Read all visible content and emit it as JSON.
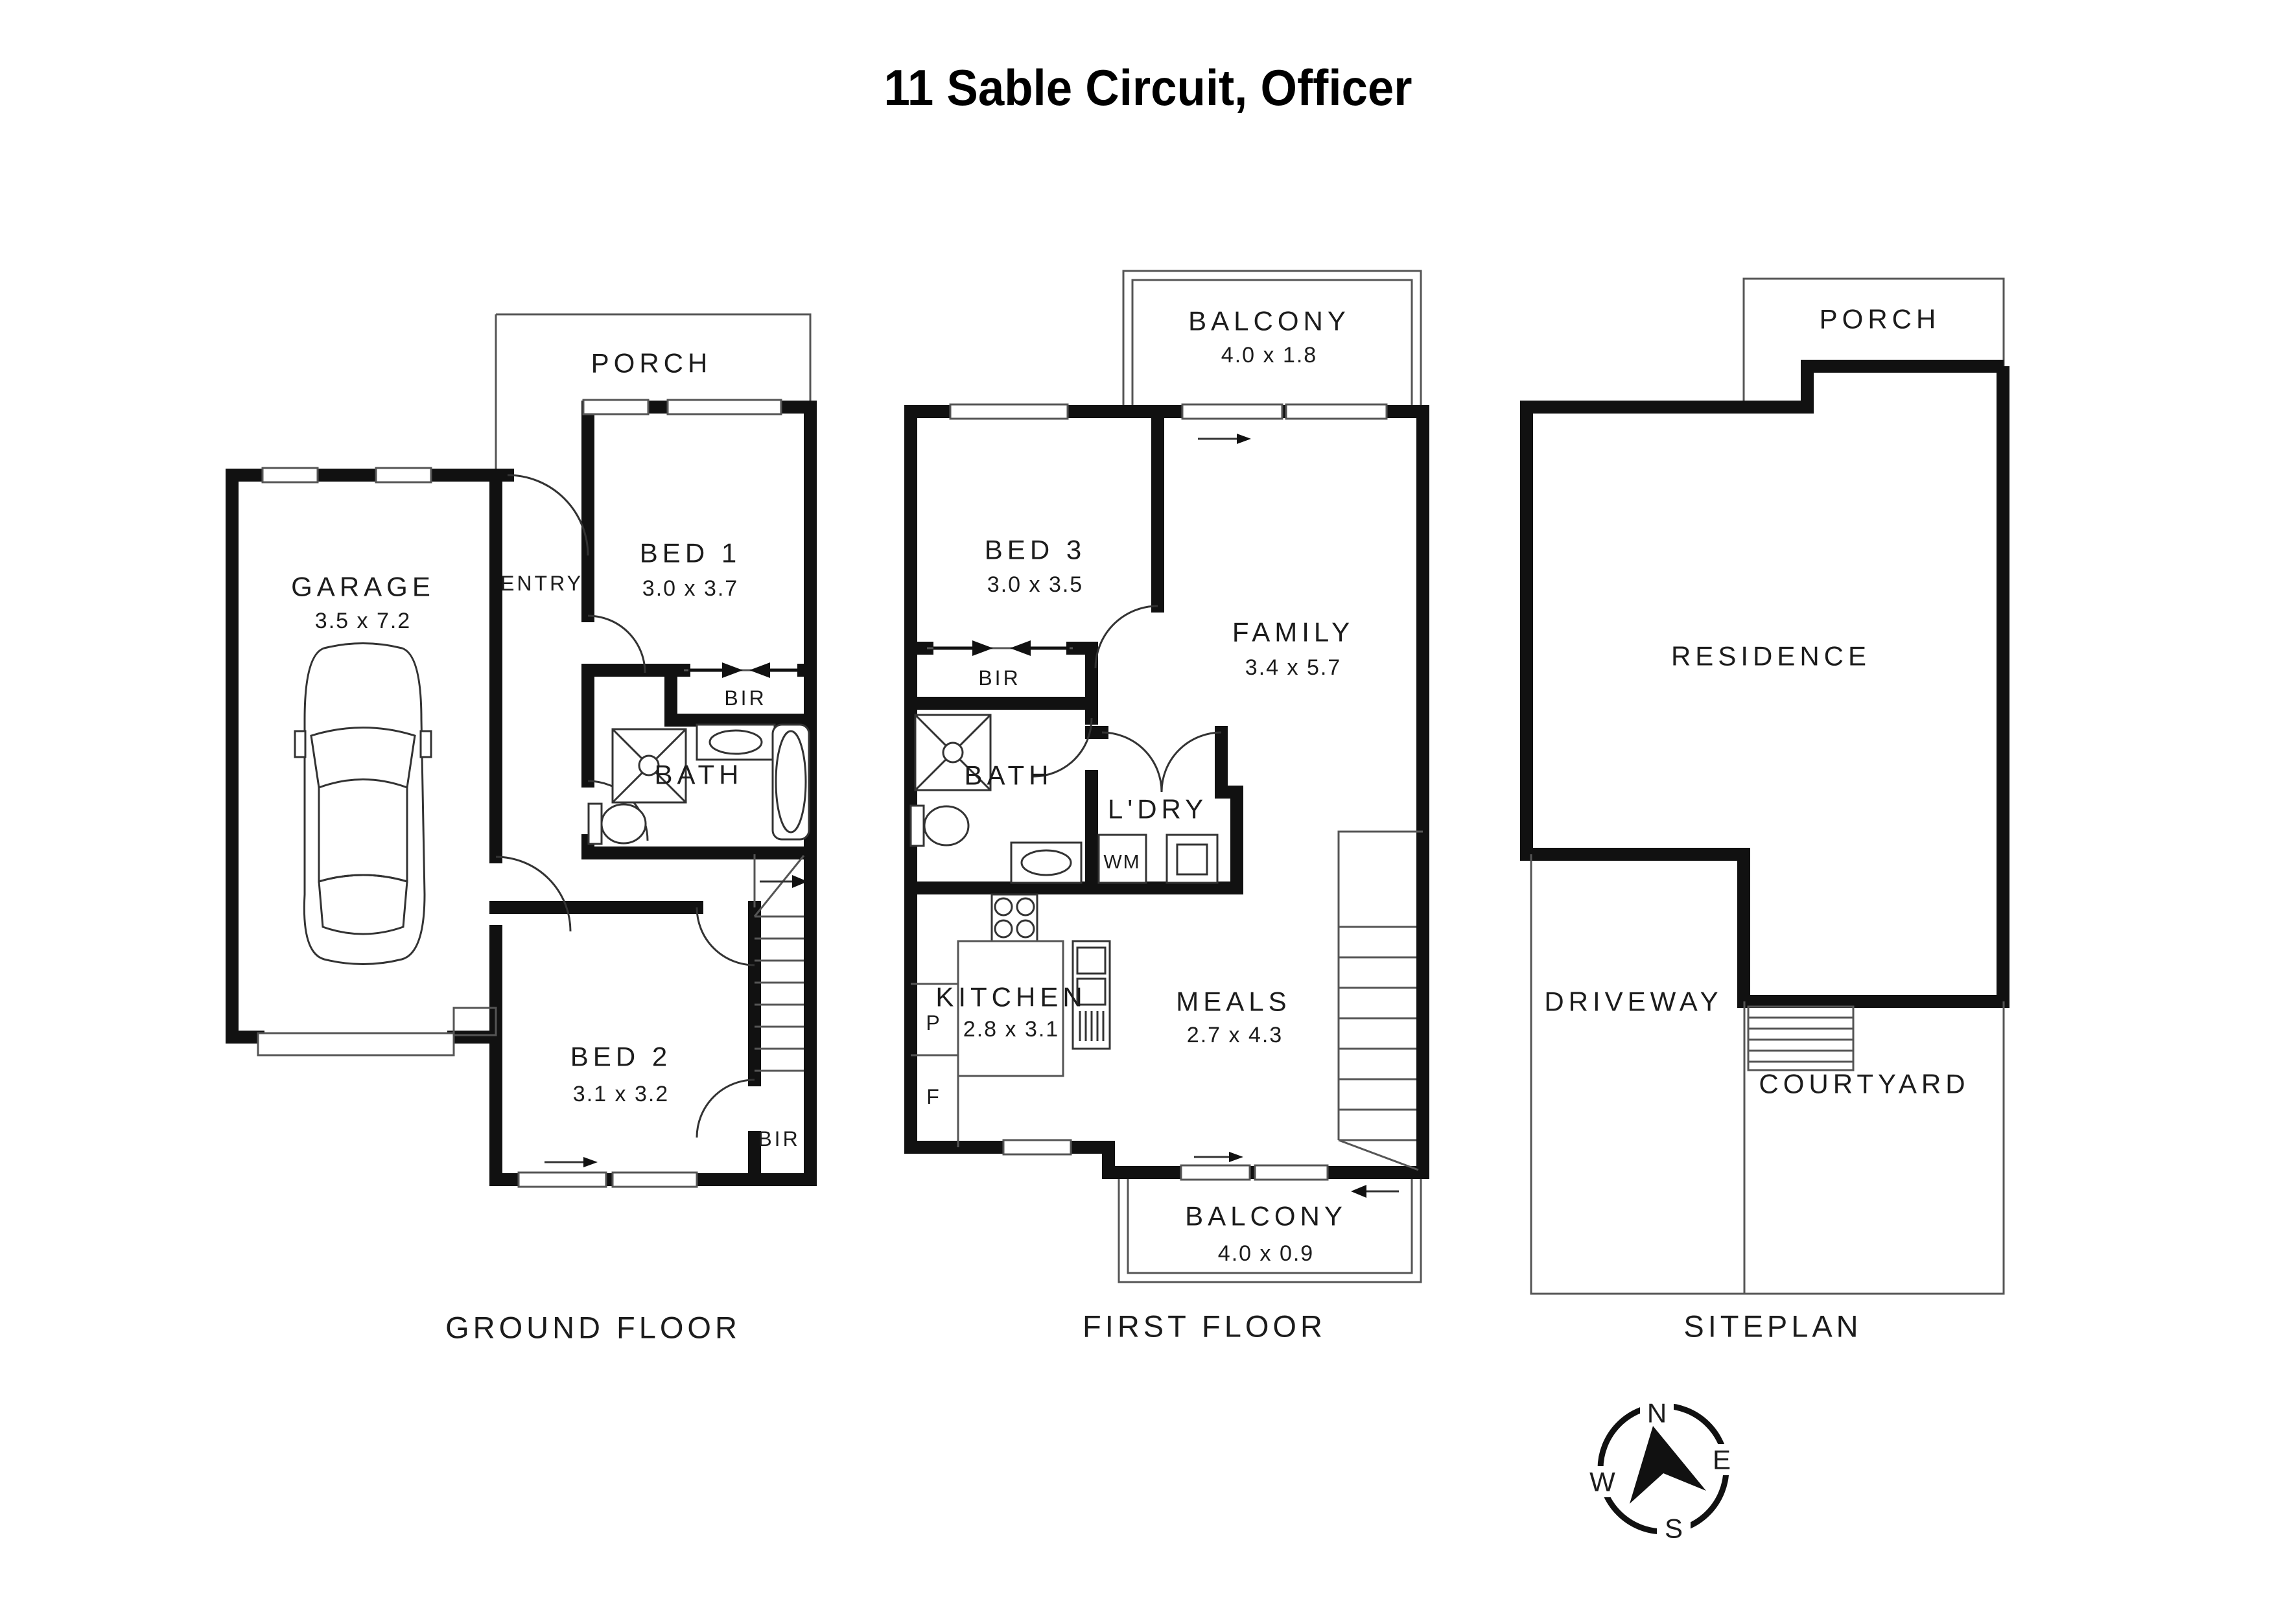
{
  "title": "11 Sable Circuit, Officer",
  "colors": {
    "walls": "#111111",
    "thin_lines": "#555555",
    "text": "#1c1c1c",
    "background": "#ffffff"
  },
  "ground_floor": {
    "label": "GROUND FLOOR",
    "porch": "PORCH",
    "garage": {
      "name": "GARAGE",
      "dims": "3.5 x 7.2"
    },
    "entry": "ENTRY",
    "bed1": {
      "name": "BED 1",
      "dims": "3.0 x 3.7"
    },
    "bed1_robe": "BIR",
    "bath": "BATH",
    "bed2": {
      "name": "BED 2",
      "dims": "3.1 x 3.2"
    },
    "bed2_robe": "BIR"
  },
  "first_floor": {
    "label": "FIRST FLOOR",
    "balcony_top": {
      "name": "BALCONY",
      "dims": "4.0 x 1.8"
    },
    "bed3": {
      "name": "BED 3",
      "dims": "3.0 x 3.5"
    },
    "family": {
      "name": "FAMILY",
      "dims": "3.4 x 5.7"
    },
    "bed3_robe": "BIR",
    "bath": "BATH",
    "laundry": {
      "name": "L'DRY",
      "washer": "WM"
    },
    "kitchen": {
      "name": "KITCHEN",
      "dims": "2.8 x 3.1",
      "pantry": "P",
      "fridge": "F"
    },
    "meals": {
      "name": "MEALS",
      "dims": "2.7 x 4.3"
    },
    "balcony_bottom": {
      "name": "BALCONY",
      "dims": "4.0 x 0.9"
    }
  },
  "siteplan": {
    "label": "SITEPLAN",
    "porch": "PORCH",
    "residence": "RESIDENCE",
    "driveway": "DRIVEWAY",
    "courtyard": "COURTYARD"
  },
  "compass": {
    "north": "N",
    "east": "E",
    "south": "S",
    "west": "W"
  }
}
